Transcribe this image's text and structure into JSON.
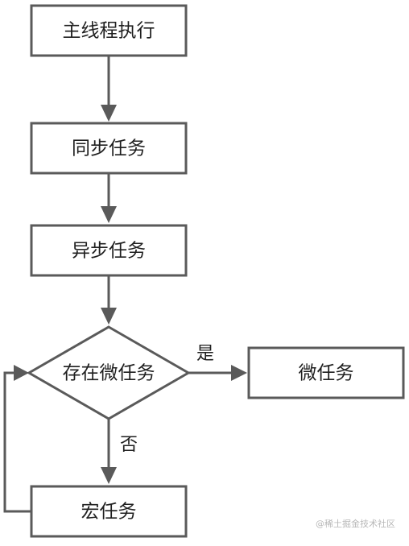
{
  "nodes": {
    "main_thread": "主线程执行",
    "sync_task": "同步任务",
    "async_task": "异步任务",
    "has_micro": "存在微任务",
    "micro_task": "微任务",
    "macro_task": "宏任务"
  },
  "edges": {
    "yes_label": "是",
    "no_label": "否"
  },
  "watermark": "@稀土掘金技术社区",
  "colors": {
    "stroke": "#5a5a5a",
    "text": "#1f1f1f",
    "watermark": "#b7b7b7"
  }
}
